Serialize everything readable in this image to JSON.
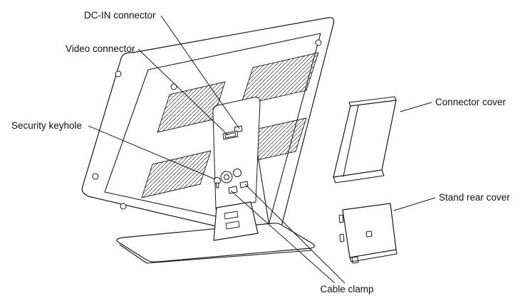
{
  "page": {
    "background": "#ffffff",
    "line_color": "#1a1a1a",
    "text_color": "#111111"
  },
  "diagram": {
    "name": "Monitor rear view exploded diagram",
    "labels": {
      "dc_in_connector": "DC-IN connector",
      "video_connector": "Video connector",
      "security_keyhole": "Security keyhole",
      "cable_clamp": "Cable clamp",
      "connector_cover": "Connector cover",
      "stand_rear_cover": "Stand rear cover"
    }
  }
}
